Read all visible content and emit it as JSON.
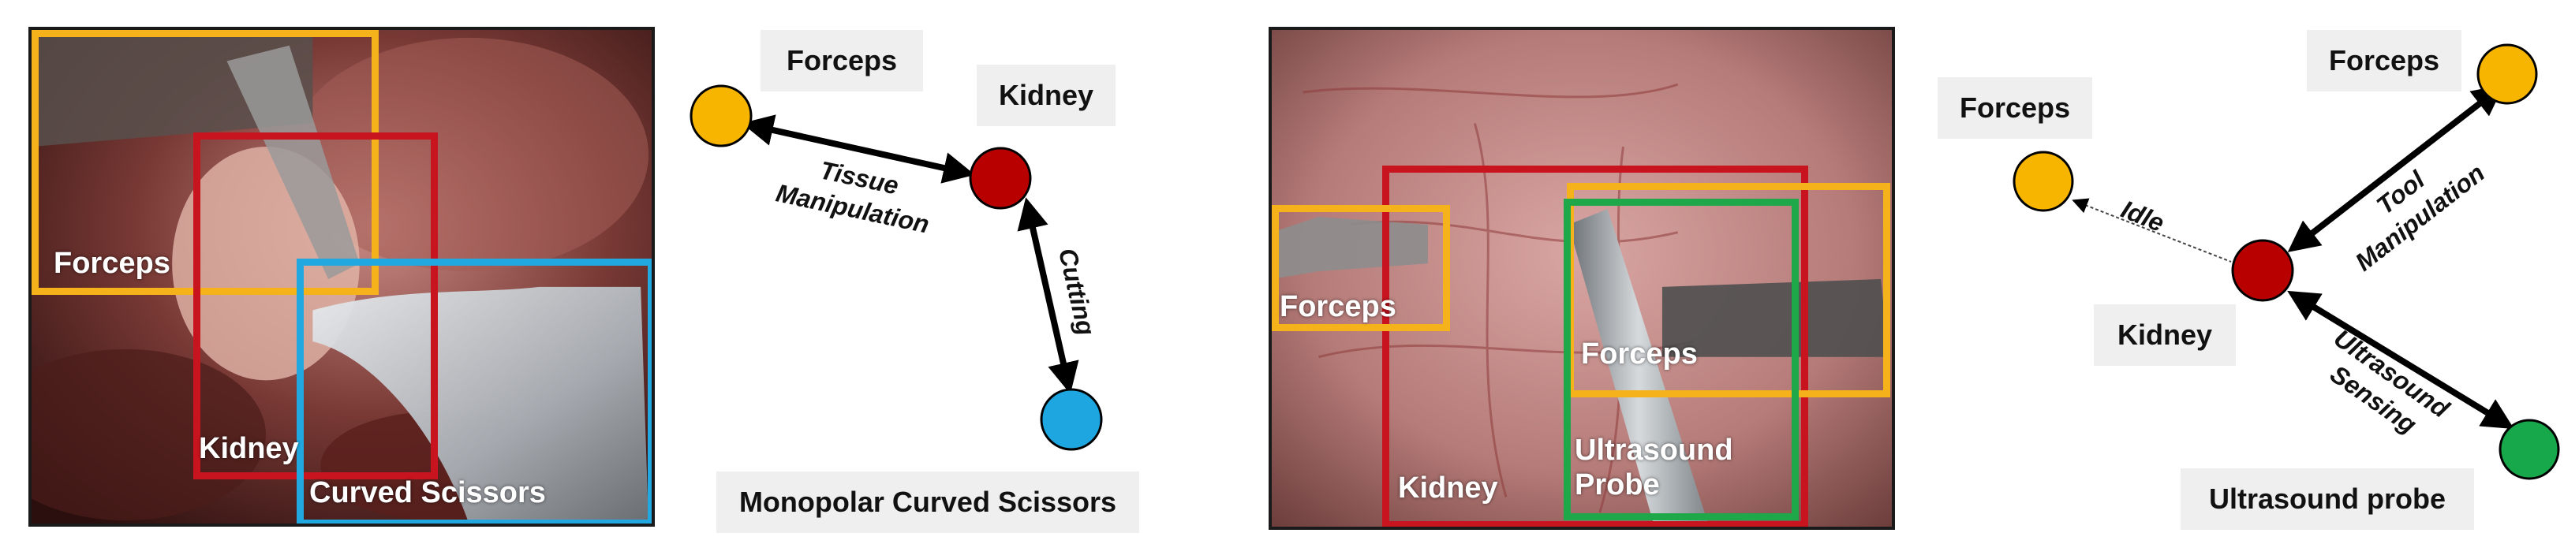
{
  "colors": {
    "forceps": "#f7b500",
    "kidney": "#b80000",
    "scissors": "#1ea6e0",
    "ultrasound": "#18a84c",
    "box_kidney": "#c8141e",
    "box_forceps": "#f5b21a",
    "box_scissors": "#22a8e0",
    "box_probe": "#1fa84a"
  },
  "scene1": {
    "boxes": {
      "forceps": "Forceps",
      "kidney": "Kidney",
      "scissors": "Curved Scissors"
    },
    "graph": {
      "nodes": {
        "forceps": "Forceps",
        "kidney": "Kidney",
        "scissors": "Monopolar Curved Scissors"
      },
      "edges": {
        "tissue_line1": "Tissue",
        "tissue_line2": "Manipulation",
        "cutting": "Cutting"
      }
    }
  },
  "scene2": {
    "boxes": {
      "forceps_left": "Forceps",
      "forceps_right": "Forceps",
      "kidney": "Kidney",
      "probe_line1": "Ultrasound",
      "probe_line2": "Probe"
    },
    "graph": {
      "nodes": {
        "forceps_top": "Forceps",
        "forceps_left": "Forceps",
        "kidney": "Kidney",
        "probe": "Ultrasound probe"
      },
      "edges": {
        "idle": "Idle",
        "tool_line1": "Tool",
        "tool_line2": "Manipulation",
        "us_line1": "Ultrasound",
        "us_line2": "Sensing"
      }
    }
  }
}
